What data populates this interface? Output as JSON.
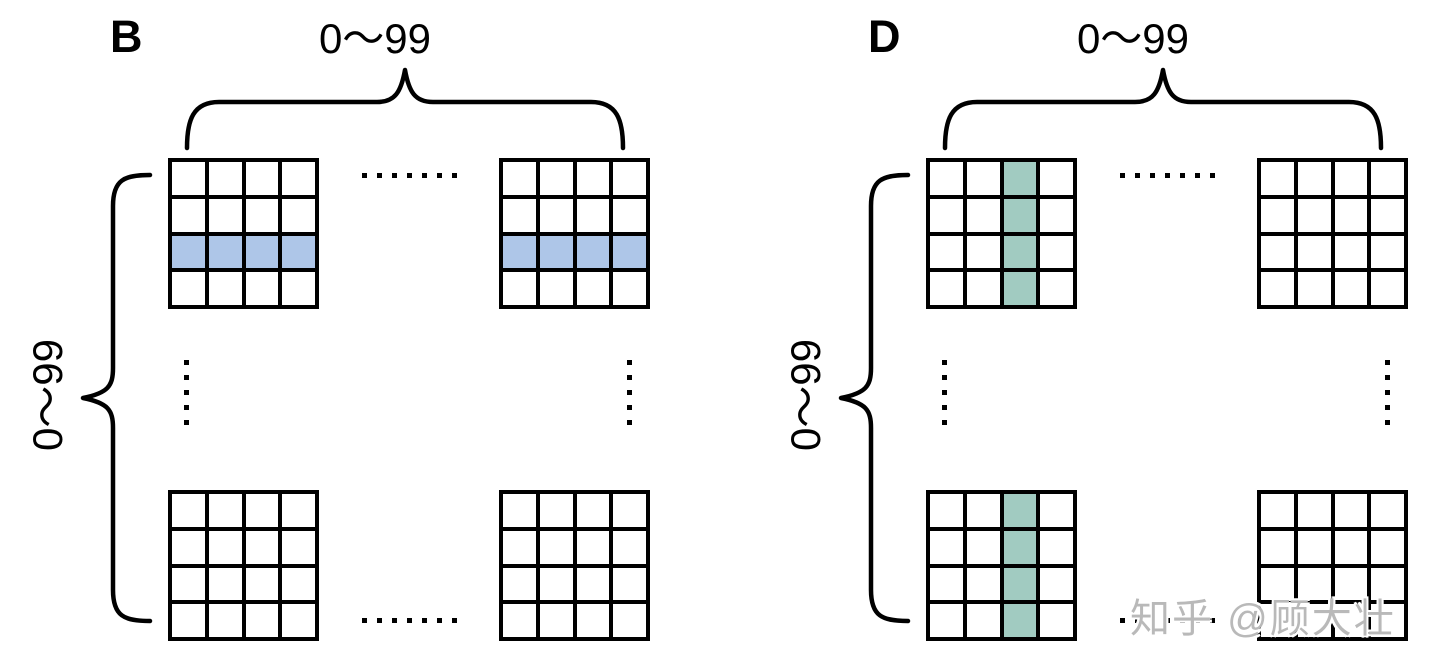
{
  "figure": {
    "background_color": "#ffffff",
    "line_color": "#000000"
  },
  "watermark": {
    "text": "知乎 @顾大壮",
    "color": "#b9b9b9"
  },
  "panels": [
    {
      "label": "B",
      "top_range_label": "0～99",
      "left_range_label": "0～99",
      "highlight": {
        "type": "row",
        "index": 2,
        "color": "#aec6e8"
      },
      "grids": [
        {
          "position": "top-left",
          "rows": 4,
          "cols": 4,
          "highlighted": true
        },
        {
          "position": "top-right",
          "rows": 4,
          "cols": 4,
          "highlighted": true
        },
        {
          "position": "bottom-left",
          "rows": 4,
          "cols": 4,
          "highlighted": false
        },
        {
          "position": "bottom-right",
          "rows": 4,
          "cols": 4,
          "highlighted": false
        }
      ]
    },
    {
      "label": "D",
      "top_range_label": "0～99",
      "left_range_label": "0～99",
      "highlight": {
        "type": "column",
        "index": 2,
        "color": "#a1cbc1"
      },
      "grids": [
        {
          "position": "top-left",
          "rows": 4,
          "cols": 4,
          "highlighted": true
        },
        {
          "position": "top-right",
          "rows": 4,
          "cols": 4,
          "highlighted": false
        },
        {
          "position": "bottom-left",
          "rows": 4,
          "cols": 4,
          "highlighted": true
        },
        {
          "position": "bottom-right",
          "rows": 4,
          "cols": 4,
          "highlighted": false
        }
      ]
    }
  ]
}
